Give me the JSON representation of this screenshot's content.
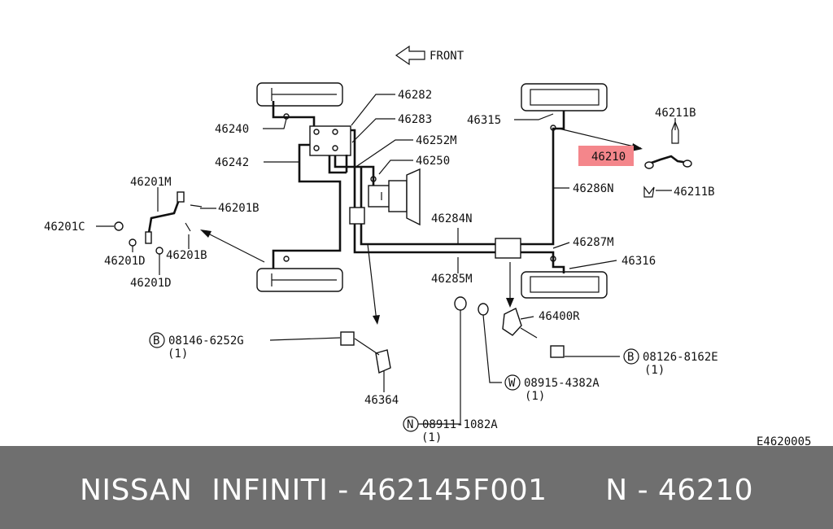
{
  "diagram": {
    "front_label": "FRONT",
    "code": "E4620005",
    "highlight_color": "#f4868b",
    "labels": {
      "p46282": "46282",
      "p46283": "46283",
      "p46252M": "46252M",
      "p46250": "46250",
      "p46240": "46240",
      "p46242": "46242",
      "p46315": "46315",
      "p46211B_top": "46211B",
      "p46210": "46210",
      "p46286N": "46286N",
      "p46211B_bot": "46211B",
      "p46201M": "46201M",
      "p46201B_a": "46201B",
      "p46201C": "46201C",
      "p46201D_a": "46201D",
      "p46201B_b": "46201B",
      "p46201D_b": "46201D",
      "p46284N": "46284N",
      "p46287M": "46287M",
      "p46316": "46316",
      "p46285M": "46285M",
      "p46400R": "46400R",
      "p46364": "46364"
    },
    "fasteners": {
      "b1": {
        "mark": "B",
        "code": "08146-6252G",
        "qty": "(1)"
      },
      "b2": {
        "mark": "B",
        "code": "08126-8162E",
        "qty": "(1)"
      },
      "w1": {
        "mark": "W",
        "code": "08915-4382A",
        "qty": "(1)"
      },
      "n1": {
        "mark": "N",
        "code": "08911-1082A",
        "qty": "(1)"
      }
    }
  },
  "footer": {
    "text": "NISSAN  INFINITI - 462145F001      N - 46210"
  }
}
